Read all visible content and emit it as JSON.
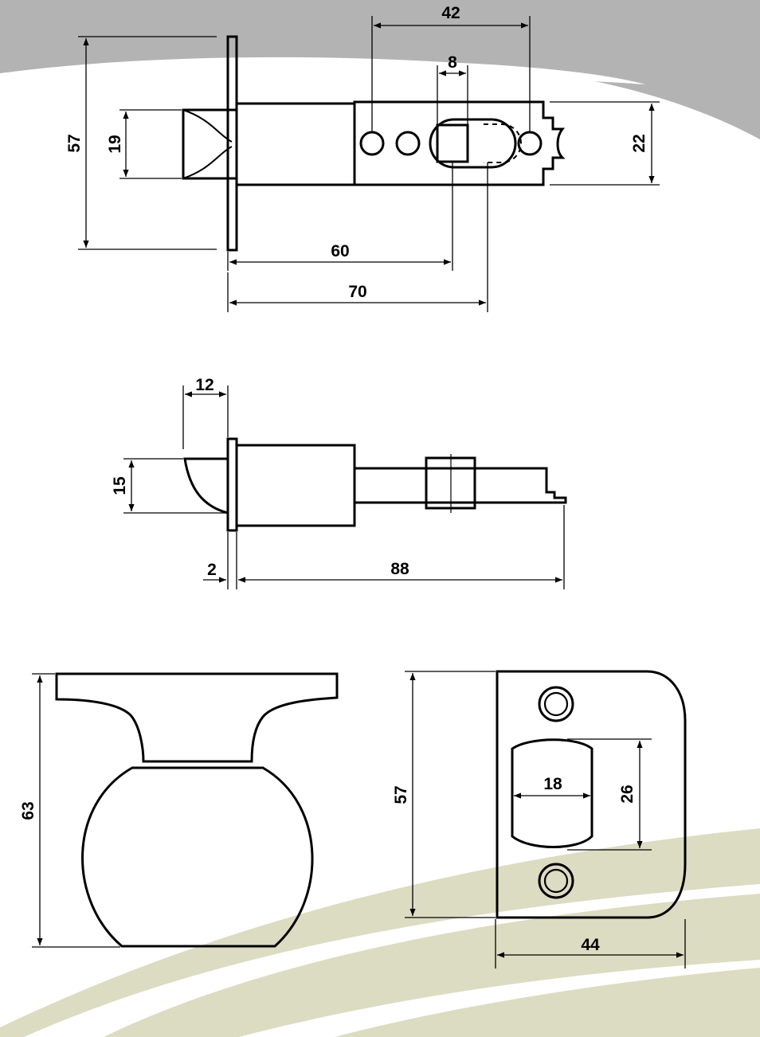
{
  "colors": {
    "line": "#000000",
    "banner_gray": "#b3b3b3",
    "banner_light": "#d9d9d9",
    "swoosh_green": "#dcdcc3"
  },
  "views": {
    "top": {
      "dimensions": {
        "d57": "57",
        "d19": "19",
        "d42": "42",
        "d8": "8",
        "d22": "22",
        "d60": "60",
        "d70": "70"
      }
    },
    "side": {
      "dimensions": {
        "d12": "12",
        "d15": "15",
        "d2": "2",
        "d88": "88"
      }
    },
    "knob": {
      "dimensions": {
        "d63": "63"
      }
    },
    "strike": {
      "dimensions": {
        "d57": "57",
        "d18": "18",
        "d26": "26",
        "d44": "44"
      }
    }
  }
}
